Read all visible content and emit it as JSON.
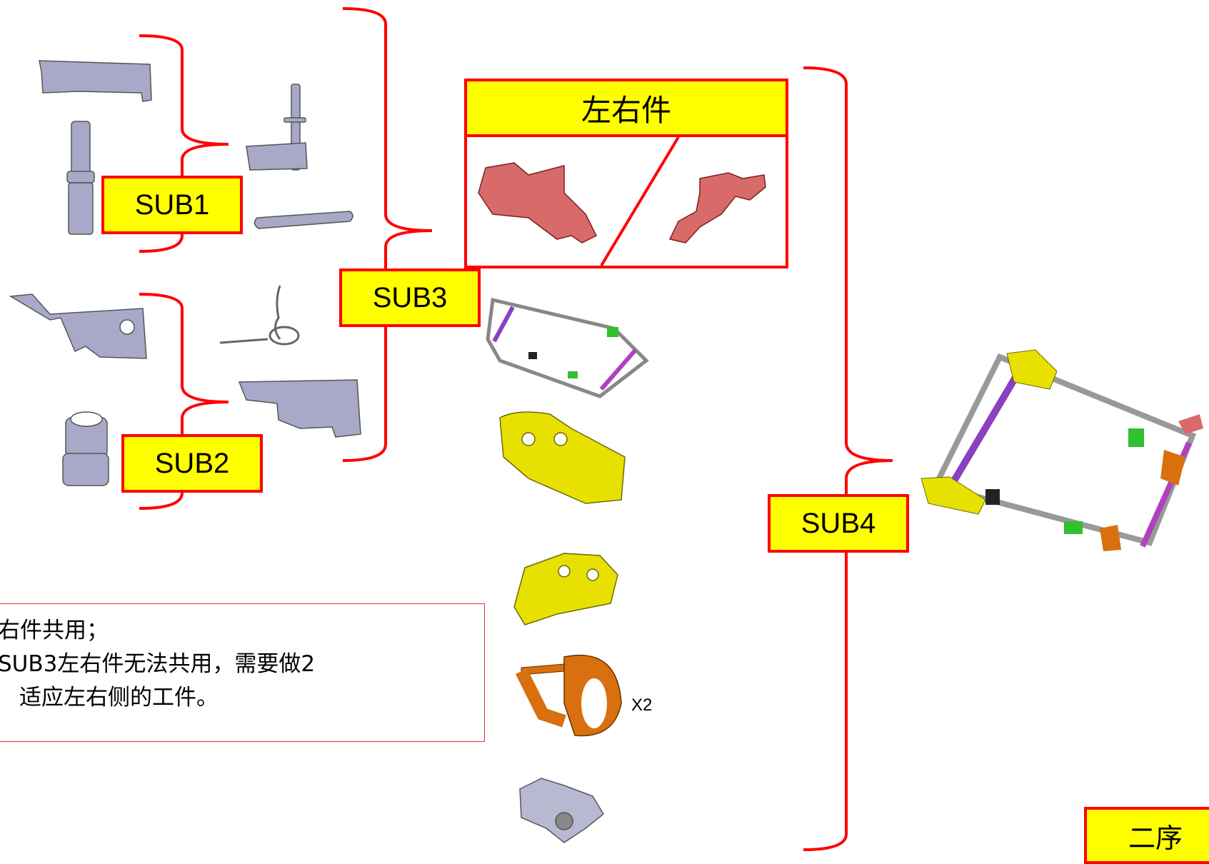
{
  "labels": {
    "sub1": "SUB1",
    "sub2": "SUB2",
    "sub3": "SUB3",
    "sub4": "SUB4",
    "left_right_title": "左右件",
    "second_process": "二序",
    "x2": "X2"
  },
  "note": {
    "line1": "右件共用；",
    "line2": "SUB3左右件无法共用，需要做2",
    "line3": "适应左右侧的工件。"
  },
  "colors": {
    "bracket": "#ff0000",
    "label_fill": "#ffff00",
    "label_border": "#ff0000",
    "part_gray": "#a8a8c8",
    "part_red": "#d96a6a",
    "part_yellow": "#e8e000",
    "part_orange": "#d87010",
    "part_purple": "#8a40c0"
  }
}
